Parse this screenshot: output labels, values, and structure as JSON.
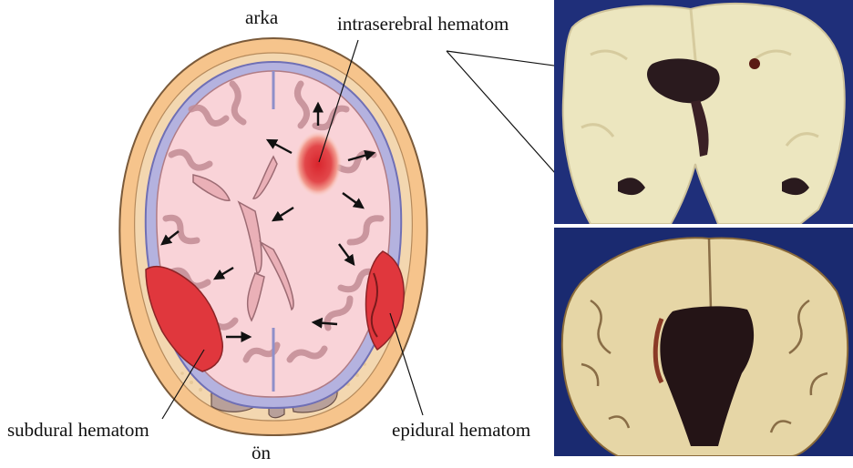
{
  "labels": {
    "top": "arka",
    "bottom": "ön",
    "intracerebral": "intraserebral hematom",
    "subdural": "subdural hematom",
    "epidural": "epidural hematom"
  },
  "colors": {
    "skull": "#f6c48c",
    "skull_outline": "#7a5a3a",
    "dura": "#9a9ad2",
    "brain": "#f7c7cf",
    "gyri": "#c9939b",
    "hematoma": "#e0373d",
    "photo_background": "#1f2f7a",
    "photo_tissue": "#ece6bf",
    "clot": "#2a1a1e"
  }
}
